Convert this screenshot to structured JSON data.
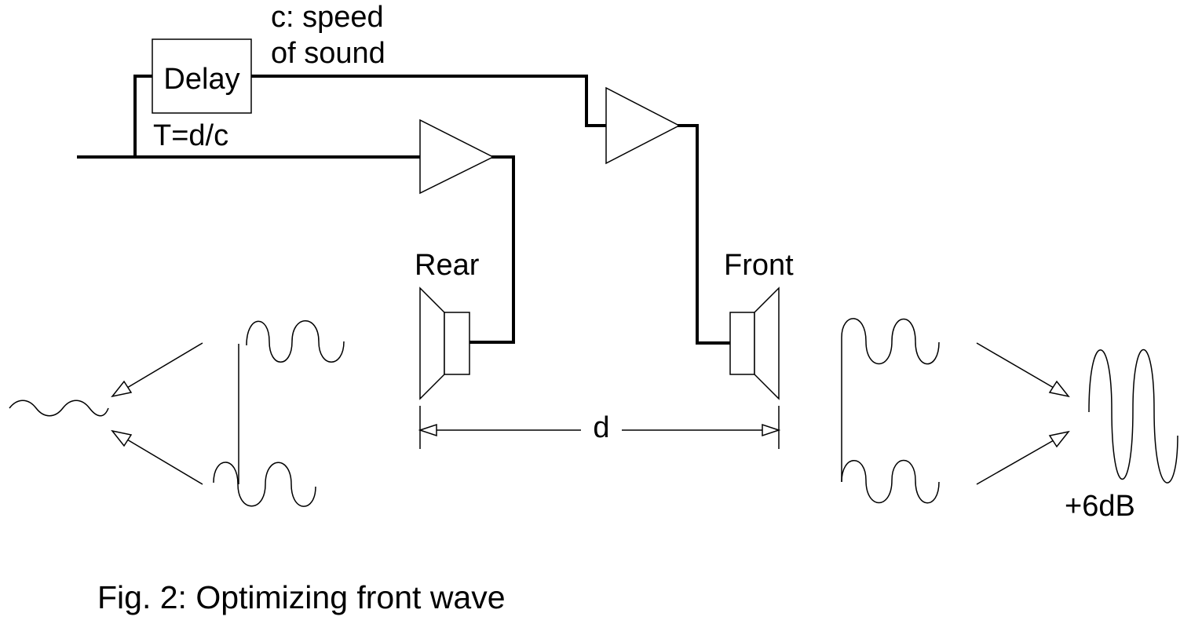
{
  "labels": {
    "speed_line1": "c: speed",
    "speed_line2": "of sound",
    "delay_box": "Delay",
    "delay_formula": "T=d/c",
    "rear_speaker": "Rear",
    "front_speaker": "Front",
    "distance": "d",
    "gain": "+6dB",
    "caption": "Fig. 2: Optimizing front wave"
  },
  "colors": {
    "line": "#000000",
    "background": "#ffffff"
  }
}
